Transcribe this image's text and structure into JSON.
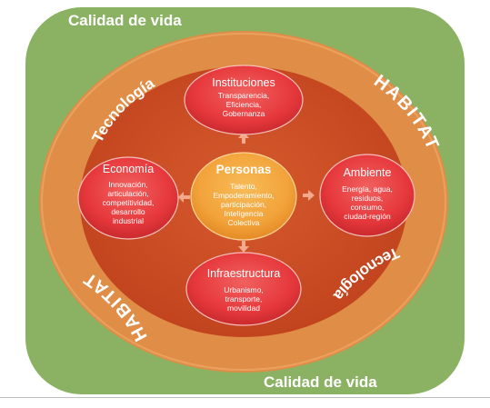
{
  "quality_of_life": {
    "top_label": "Calidad de vida",
    "bottom_label": "Calidad de vida"
  },
  "ring": {
    "habitat_right": "HABITAT",
    "habitat_left": "HABITAT",
    "technology_top": "Tecnología",
    "technology_bottom": "Tecnología"
  },
  "nodes": {
    "center": {
      "title": "Personas",
      "lines": [
        "Talento,",
        "Empoderamiento,",
        "participación,",
        "Inteligencia",
        "Colectiva"
      ]
    },
    "top": {
      "title": "Instituciones",
      "lines": [
        "Transparencia,",
        "Eficiencia,",
        "Gobernanza"
      ]
    },
    "left": {
      "title": "Economía",
      "lines": [
        "Innovación,",
        "articulación,",
        "competitividad,",
        "desarrollo",
        "industrial"
      ]
    },
    "right": {
      "title": "Ambiente",
      "lines": [
        "Energía, agua,",
        "residuos,",
        "consumo,",
        "ciudad-región"
      ]
    },
    "bottom": {
      "title": "Infraestructura",
      "lines": [
        "Urbanismo,",
        "transporte,",
        "movilidad"
      ]
    }
  },
  "colors": {
    "outer_green": "#8ab262",
    "habitat_ring": "#e08d47",
    "inner_disc": "#c8461f",
    "node_red": "#e6383c",
    "center_orange": "#f3a33b",
    "label_white": "#ffffff"
  }
}
